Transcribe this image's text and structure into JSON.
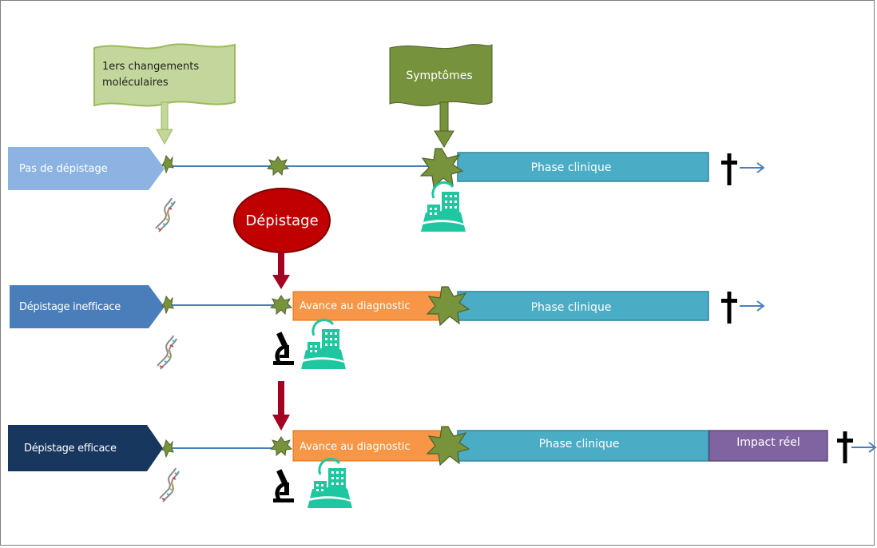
{
  "flags": {
    "molecular": "1ers changements\nmoléculaires",
    "symptoms": "Symptômes"
  },
  "screening_bubble": "Dépistage",
  "rows": [
    {
      "label": "Pas de dépistage",
      "clinical": "Phase clinique"
    },
    {
      "label": "Dépistage inefficace",
      "lead_time": "Avance au diagnostic",
      "clinical": "Phase clinique"
    },
    {
      "label": "Dépistage efficace",
      "lead_time": "Avance au diagnostic",
      "clinical": "Phase clinique",
      "impact": "Impact réel"
    }
  ],
  "colors": {
    "row1_label": "#8db3e2",
    "row2_label": "#4a7ebb",
    "row3_label": "#17375e",
    "timeline": "#4a7ebb",
    "clinical": "#4bacc6",
    "lead_time": "#f79646",
    "impact": "#8064a2",
    "screening": "#c00000",
    "flag_light": "#c3d69b",
    "flag_dark": "#76923c",
    "arrow_red": "#a50021",
    "lesion": "#77933c",
    "icon_teal": "#1fc7a0"
  },
  "icons": [
    "dna-icon",
    "lesion-icon",
    "hospital-icon",
    "microscope-icon",
    "cross-icon",
    "arrow-right-icon"
  ]
}
